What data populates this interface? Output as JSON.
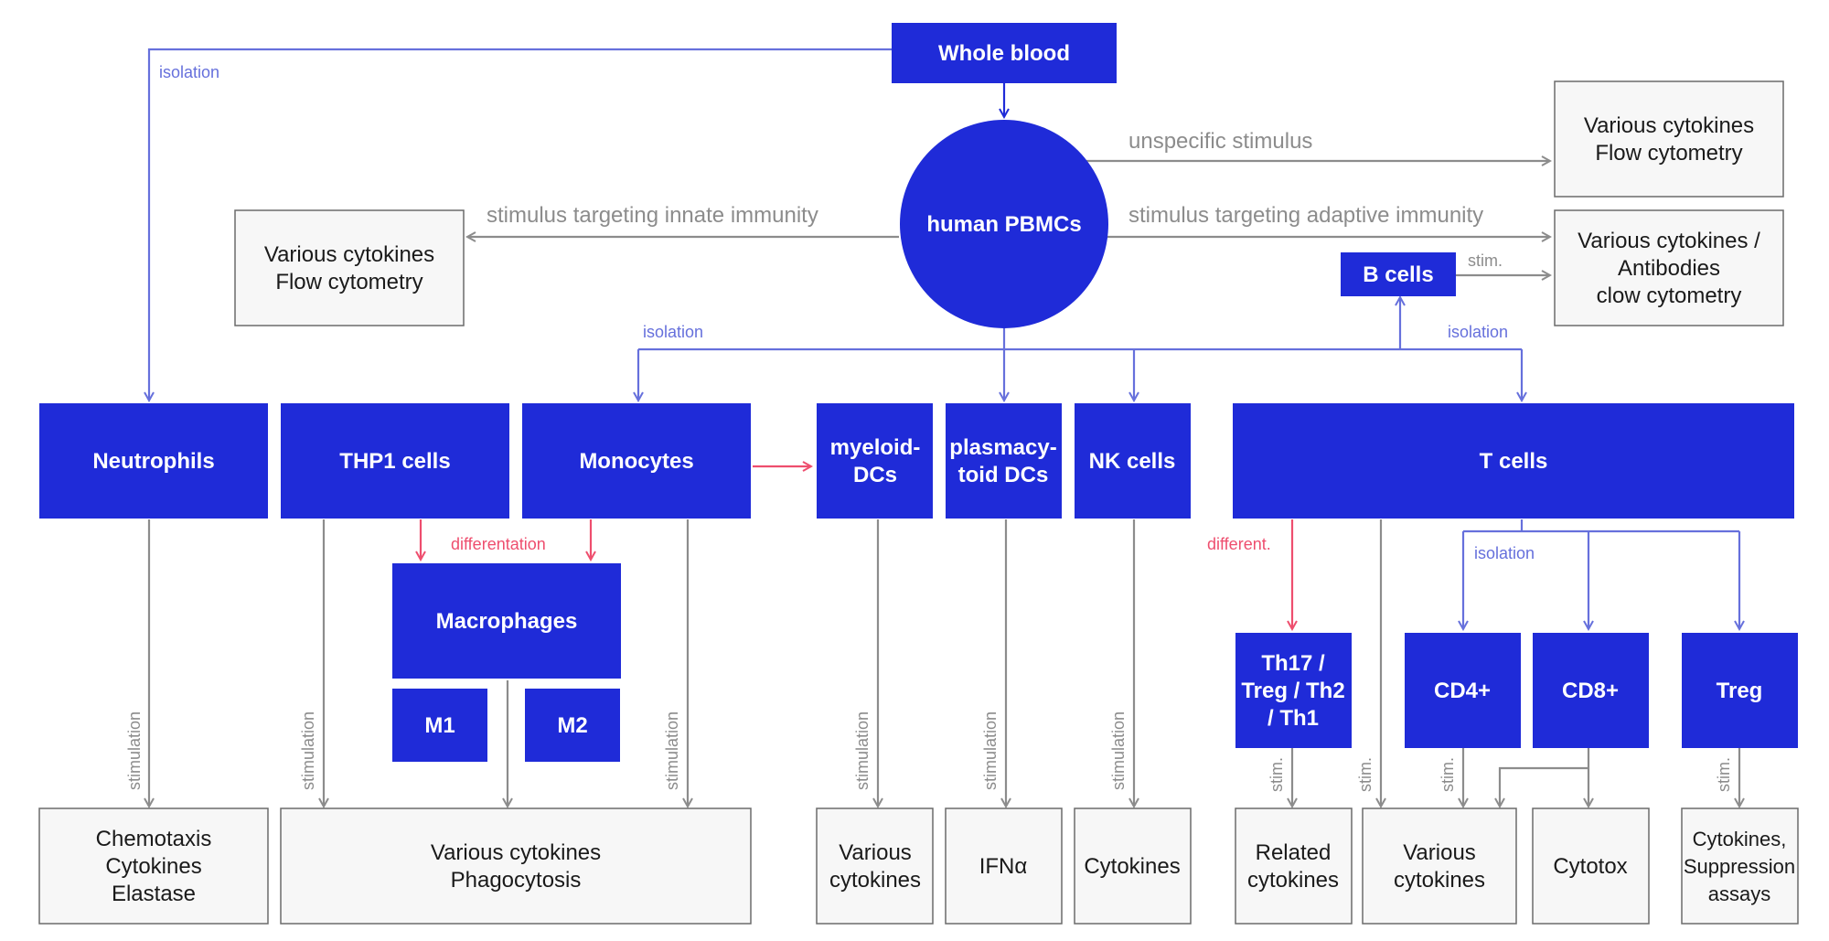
{
  "colors": {
    "node_blue": "#1f2bd8",
    "node_grey_fill": "#f7f7f7",
    "edge_grey": "#8c8c8c",
    "edge_blue": "#6670dc",
    "edge_red": "#ee4e6e"
  },
  "nodes": {
    "whole_blood": [
      "Whole blood"
    ],
    "pbmc": [
      "human PBMCs"
    ],
    "b_cells": [
      "B cells"
    ],
    "out_top_right": [
      "Various cytokines",
      "Flow cytometry"
    ],
    "out_mid_right": [
      "Various cytokines /",
      "Antibodies",
      "clow cytometry"
    ],
    "out_left": [
      "Various cytokines",
      "Flow cytometry"
    ],
    "neutrophils": [
      "Neutrophils"
    ],
    "thp1": [
      "THP1 cells"
    ],
    "monocytes": [
      "Monocytes"
    ],
    "mdc": [
      "myeloid-",
      "DCs"
    ],
    "pdc": [
      "plasmacy-",
      "toid DCs"
    ],
    "nk": [
      "NK cells"
    ],
    "t_cells": [
      "T cells"
    ],
    "macrophages": [
      "Macrophages"
    ],
    "m1": [
      "M1"
    ],
    "m2": [
      "M2"
    ],
    "th_subsets": [
      "Th17 /",
      "Treg / Th2",
      "/ Th1"
    ],
    "cd4": [
      "CD4+"
    ],
    "cd8": [
      "CD8+"
    ],
    "treg": [
      "Treg"
    ],
    "out_neutro": [
      "Chemotaxis",
      "Cytokines",
      "Elastase"
    ],
    "out_phago": [
      "Various cytokines",
      "Phagocytosis"
    ],
    "out_mdc": [
      "Various",
      "cytokines"
    ],
    "out_pdc": [
      "IFNα"
    ],
    "out_nk": [
      "Cytokines"
    ],
    "out_th": [
      "Related",
      "cytokines"
    ],
    "out_cd4": [
      "Various",
      "cytokines"
    ],
    "out_cd8": [
      "Cytotox"
    ],
    "out_treg": [
      "Cytokines,",
      "Suppression",
      "assays"
    ]
  },
  "edge_labels": {
    "isolation_neutro": "isolation",
    "unspecific": "unspecific stimulus",
    "innate": "stimulus targeting innate immunity",
    "adaptive": "stimulus targeting adaptive immunity",
    "stim_b": "stim.",
    "isolation_left": "isolation",
    "isolation_right": "isolation",
    "differentiation": "differentation",
    "different": "different.",
    "isolation_t": "isolation",
    "stimulation": "stimulation",
    "stim": "stim."
  }
}
